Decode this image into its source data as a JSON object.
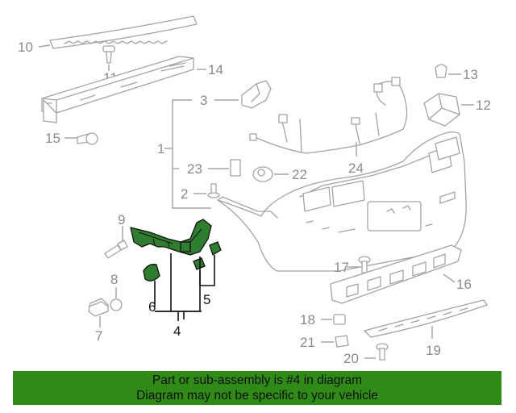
{
  "callouts": {
    "c1": "1",
    "c2": "2",
    "c3": "3",
    "c4": "4",
    "c5": "5",
    "c6": "6",
    "c7": "7",
    "c8": "8",
    "c9": "9",
    "c10": "10",
    "c11": "11",
    "c12": "12",
    "c13": "13",
    "c14": "14",
    "c15": "15",
    "c16": "16",
    "c17": "17",
    "c18": "18",
    "c19": "19",
    "c20": "20",
    "c21": "21",
    "c22": "22",
    "c23": "23",
    "c24": "24"
  },
  "highlight": {
    "part_number": "4",
    "color": "#2f7d2f"
  },
  "banner": {
    "line1": "Part or sub-assembly is #4 in diagram",
    "line2": "Diagram may not be specific to your vehicle",
    "background": "#2f8a17"
  }
}
